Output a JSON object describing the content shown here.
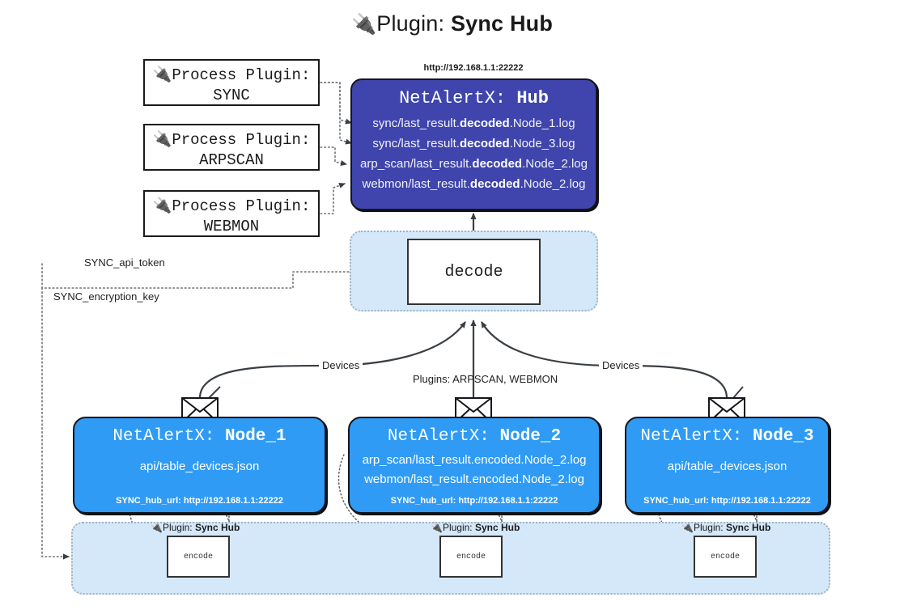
{
  "title": {
    "plug_icon": "plug-icon",
    "prefix": "Plugin:",
    "name": "Sync Hub"
  },
  "process_plugins": [
    {
      "line1": "Process Plugin:",
      "line2": "SYNC"
    },
    {
      "line1": "Process Plugin:",
      "line2": "ARPSCAN"
    },
    {
      "line1": "Process Plugin:",
      "line2": "WEBMON"
    }
  ],
  "hub": {
    "url": "http://192.168.1.1:22222",
    "title_prefix": "NetAlertX: ",
    "title_name": "Hub",
    "logs": [
      {
        "pre": "sync/last_result.",
        "mid": "decoded",
        "post": ".Node_1.log"
      },
      {
        "pre": "sync/last_result.",
        "mid": "decoded",
        "post": ".Node_3.log"
      },
      {
        "pre": "arp_scan/last_result.",
        "mid": "decoded",
        "post": ".Node_2.log"
      },
      {
        "pre": "webmon/last_result.",
        "mid": "decoded",
        "post": ".Node_2.log"
      }
    ]
  },
  "decode": {
    "label": "decode"
  },
  "config_labels": [
    {
      "text": "SYNC_api_token"
    },
    {
      "text": "SYNC_encryption_key"
    }
  ],
  "edge_labels": {
    "devices_left": "Devices",
    "devices_right": "Devices",
    "plugins_center": "Plugins: ARPSCAN, WEBMON"
  },
  "nodes": [
    {
      "title_prefix": "NetAlertX: ",
      "title_name": "Node_1",
      "lines": [
        "api/table_devices.json"
      ],
      "url_key": "SYNC_hub_url: ",
      "url_value": "http://192.168.1.1:22222",
      "envelope_icon": "envelope-icon"
    },
    {
      "title_prefix": "NetAlertX: ",
      "title_name": "Node_2",
      "lines": [
        "arp_scan/last_result.encoded.Node_2.log",
        "webmon/last_result.encoded.Node_2.log"
      ],
      "url_key": "SYNC_hub_url: ",
      "url_value": "http://192.168.1.1:22222",
      "envelope_icon": "envelope-icon"
    },
    {
      "title_prefix": "NetAlertX: ",
      "title_name": "Node_3",
      "lines": [
        "api/table_devices.json"
      ],
      "url_key": "SYNC_hub_url: ",
      "url_value": "http://192.168.1.1:22222",
      "envelope_icon": "envelope-icon"
    }
  ],
  "encoders": [
    {
      "caption_prefix": "Plugin: ",
      "caption_name": "Sync Hub",
      "label": "encode"
    },
    {
      "caption_prefix": "Plugin: ",
      "caption_name": "Sync Hub",
      "label": "encode"
    },
    {
      "caption_prefix": "Plugin: ",
      "caption_name": "Sync Hub",
      "label": "encode"
    }
  ],
  "colors": {
    "hub": "#3f45ac",
    "node": "#2f9bf5",
    "panel": "#d4e8f9",
    "panel_border": "#9fb3c4",
    "stroke": "#3a3f44",
    "text": "#1a1a1a"
  }
}
